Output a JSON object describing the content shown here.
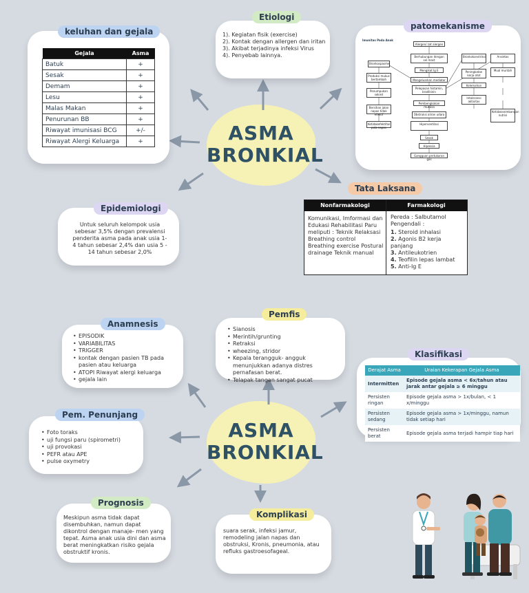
{
  "top": {
    "center_line1": "ASMA",
    "center_line2": "BRONKIAL",
    "keluhan": {
      "title": "keluhan dan gejala",
      "col_gejala": "Gejala",
      "col_asma": "Asma",
      "rows": [
        {
          "g": "Batuk",
          "a": "+"
        },
        {
          "g": "Sesak",
          "a": "+"
        },
        {
          "g": "Demam",
          "a": "+"
        },
        {
          "g": "Lesu",
          "a": "+"
        },
        {
          "g": "Malas Makan",
          "a": "+"
        },
        {
          "g": "Penurunan BB",
          "a": "+"
        },
        {
          "g": "Riwayat imunisasi BCG",
          "a": "+/-"
        },
        {
          "g": "Riwayat Alergi Keluarga",
          "a": "+"
        }
      ]
    },
    "etiologi": {
      "title": "Etiologi",
      "items": [
        "1). Kegiatan fisik (exercise)",
        "2). Kontak dengan allergen dan iritan",
        "3). Akibat terjadinya infeksi Virus",
        "4). Penyebab lainnya."
      ]
    },
    "patomekanisme": {
      "title": "patomekanisme",
      "subtitle": "Imunitas Pada Anak",
      "boxes": [
        "Alergen/ zat alergen",
        "Berhubungan dengan sel mast",
        "Mengikat Ig E",
        "Mengeluarkan mediator",
        "Pelepasan histamin, bradikinin",
        "Pembengkakan mukosa",
        "Obstruksi aliran udara",
        "Hiperventilasi",
        "Sesak",
        "Hipoksia",
        "Bronkospasme",
        "Produksi mukus bertambah",
        "Penumpukan sekret",
        "Bersihan jalan napas tidak efektif",
        "Ketidakefektifan pola napas",
        "Gangguan pertukaran gas",
        "Bronkokonstriksi",
        "Peningkatan kerja otot",
        "Kelemahan",
        "Intoleransi aktivitas",
        "Ansietas",
        "Mual muntah",
        "Ketidakseimbangan nutrisi"
      ]
    },
    "epidemiologi": {
      "title": "Epidemiologi",
      "text": "Untuk seluruh kelompok usia sebesar 3,5% dengan prevalensi penderita asma pada anak usia 1-4 tahun sebesar 2,4% dan usia 5 - 14 tahun sebesar 2,0%"
    },
    "tata_laksana": {
      "title": "Tata Laksana",
      "col_non": "Nonfarmakologi",
      "col_far": "Farmakologi",
      "non_text": "Komunikasi, Imformasi dan Edukasi Rehabilitasi Paru meliputi : Teknik Relaksasi Breathing control Breathing exercise Postural drainage Teknik manual",
      "far_intro1": "Pereda : Salbutamol",
      "far_intro2": "Pengendali :",
      "far_items": [
        "Steroid inhalasi",
        "Agonis B2 kerja panjang",
        "Antileukotrien",
        "Teofilin lepas lambat",
        "Anti-Ig E"
      ]
    }
  },
  "bottom": {
    "center_line1": "ASMA",
    "center_line2": "BRONKIAL",
    "anamnesis": {
      "title": "Anamnesis",
      "items": [
        {
          "t": "EPISODIK",
          "hl": true
        },
        {
          "t": "VARIABILITAS",
          "hl": true
        },
        {
          "t": "TRIGGER",
          "hl": true
        },
        {
          "t": "kontak dengan pasien TB pada pasien atau keluarga",
          "hl": false
        },
        {
          "t": "ATOPI Riwayat alergi keluarga",
          "hl": false
        },
        {
          "t": "gejala lain",
          "hl": false
        }
      ]
    },
    "pemfis": {
      "title": "Pemfis",
      "items": [
        "Sianosis",
        "Merintih/grunting",
        "Retraksi",
        "wheezing, stridor",
        "Kepala terangguk- angguk menunjukkan adanya distres pernafasan berat.",
        "Telapak tangan sangat pucat"
      ]
    },
    "klasifikasi": {
      "title": "Klasifikasi",
      "col1": "Derajat Asma",
      "col2": "Uraian Kekerapan Gejala Asma",
      "rows": [
        {
          "d": "Intermitten",
          "u": "Episode gejala asma < 6x/tahun atau jarak antar gejala ≥ 6 minggu"
        },
        {
          "d": "Persisten ringan",
          "u": "Episode gejala asma > 1x/bulan, < 1 x/minggu"
        },
        {
          "d": "Persisten sedang",
          "u": "Episode gejala asma > 1x/minggu, namun tidak setiap hari"
        },
        {
          "d": "Persisten berat",
          "u": "Episode gejala asma terjadi hampir tiap hari"
        }
      ]
    },
    "penunjang": {
      "title": "Pem. Penunjang",
      "items": [
        "Foto toraks",
        "uji fungsi paru (spirometri)",
        "uji provokasi",
        "PEFR atau APE",
        "pulse oxymetry"
      ]
    },
    "prognosis": {
      "title": "Prognosis",
      "text": "Meskipun asma tidak dapat disembuhkan, namun dapat dikontrol dengan manaje- men yang tepat. Asma anak usia dini dan asma berat meningkatkan risiko gejala obstruktif kronis."
    },
    "komplikasi": {
      "title": "Komplikasi",
      "text": "suara serak, infeksi jamur, remodeling jalan napas dan obstruksi, Kronis, pneumonia, atau refluks gastroesofageal."
    }
  }
}
